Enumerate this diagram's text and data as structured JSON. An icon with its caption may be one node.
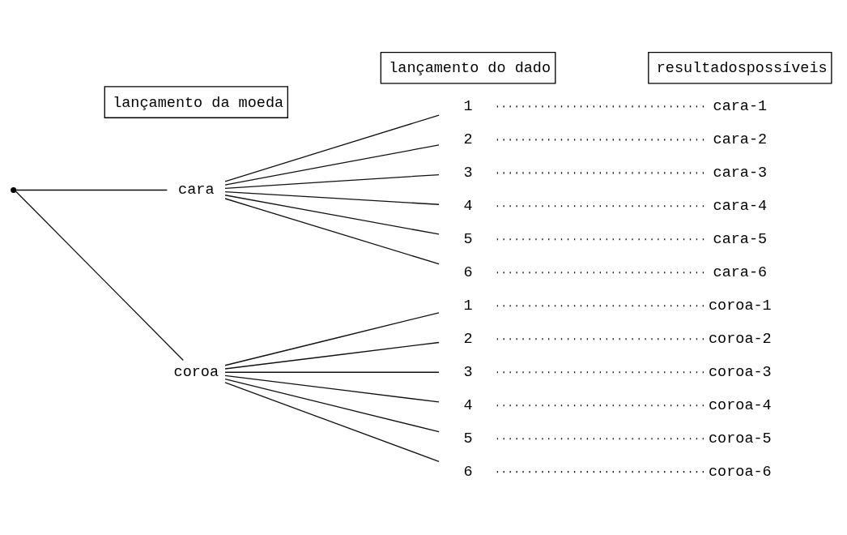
{
  "diagram": {
    "nodes": [
      {
        "text": [],
        "shape": "circle"
      },
      {
        "text": [
          "cara"
        ]
      },
      {
        "text": [
          "coroa"
        ]
      },
      {
        "text": [
          "1"
        ]
      },
      {
        "text": [
          "2"
        ]
      },
      {
        "text": [
          "3"
        ]
      },
      {
        "text": [
          "4"
        ]
      },
      {
        "text": [
          "5"
        ]
      },
      {
        "text": [
          "6"
        ]
      },
      {
        "text": [
          "1"
        ]
      },
      {
        "text": [
          "2"
        ]
      },
      {
        "text": [
          "3"
        ]
      },
      {
        "text": [
          "4"
        ]
      },
      {
        "text": [
          "5"
        ]
      },
      {
        "text": [
          "6"
        ]
      },
      {
        "text": [
          "cara-1"
        ]
      },
      {
        "text": [
          "cara-2"
        ]
      },
      {
        "text": [
          "cara-3"
        ]
      },
      {
        "text": [
          "cara-4"
        ]
      },
      {
        "text": [
          "cara-5"
        ]
      },
      {
        "text": [
          "cara-6"
        ]
      },
      {
        "text": [
          "coroa-1"
        ]
      },
      {
        "text": [
          "coroa-2"
        ]
      },
      {
        "text": [
          "coroa-3"
        ]
      },
      {
        "text": [
          "coroa-4"
        ]
      },
      {
        "text": [
          "coroa-5"
        ]
      },
      {
        "text": [
          "coroa-6"
        ]
      }
    ],
    "edges": [
      {
        "from": 0,
        "to": 1,
        "arrow": "none"
      },
      {
        "from": 0,
        "to": 2,
        "arrow": "none"
      },
      {
        "from": 1,
        "to": 3,
        "arrow": "none"
      },
      {
        "from": 1,
        "to": 4,
        "arrow": "none"
      },
      {
        "from": 1,
        "to": 5,
        "arrow": "none"
      },
      {
        "from": 1,
        "to": 6,
        "arrow": "none"
      },
      {
        "from": 1,
        "to": 7,
        "arrow": "none"
      },
      {
        "from": 1,
        "to": 8,
        "arrow": "none"
      },
      {
        "from": 2,
        "to": 9,
        "arrow": "none"
      },
      {
        "from": 2,
        "to": 10,
        "arrow": "none"
      },
      {
        "from": 2,
        "to": 11,
        "arrow": "none"
      },
      {
        "from": 2,
        "to": 12,
        "arrow": "none"
      },
      {
        "from": 2,
        "to": 13,
        "arrow": "none"
      },
      {
        "from": 2,
        "to": 14,
        "arrow": "none"
      },
      {
        "from": 3,
        "to": 15,
        "arrow": "none",
        "style": "dashed"
      },
      {
        "from": 4,
        "to": 16,
        "arrow": "none",
        "style": "dashed"
      },
      {
        "from": 5,
        "to": 17,
        "arrow": "none",
        "style": "dashed"
      },
      {
        "from": 6,
        "to": 18,
        "arrow": "none",
        "style": "dashed"
      },
      {
        "from": 7,
        "to": 19,
        "arrow": "none",
        "style": "dashed"
      },
      {
        "from": 8,
        "to": 20,
        "arrow": "none",
        "style": "dashed"
      },
      {
        "from": 9,
        "to": 21,
        "arrow": "none",
        "style": "dashed"
      },
      {
        "from": 10,
        "to": 22,
        "arrow": "none",
        "style": "dashed"
      },
      {
        "from": 11,
        "to": 23,
        "arrow": "none",
        "style": "dashed"
      },
      {
        "from": 12,
        "to": 24,
        "arrow": "none",
        "style": "dashed"
      },
      {
        "from": 13,
        "to": 25,
        "arrow": "none",
        "style": "dashed"
      },
      {
        "from": 14,
        "to": 26,
        "arrow": "none",
        "style": "dashed"
      }
    ],
    "labels": [
      "lançamento da moeda",
      "lançamento do dado",
      "resultadospossíveis"
    ]
  }
}
